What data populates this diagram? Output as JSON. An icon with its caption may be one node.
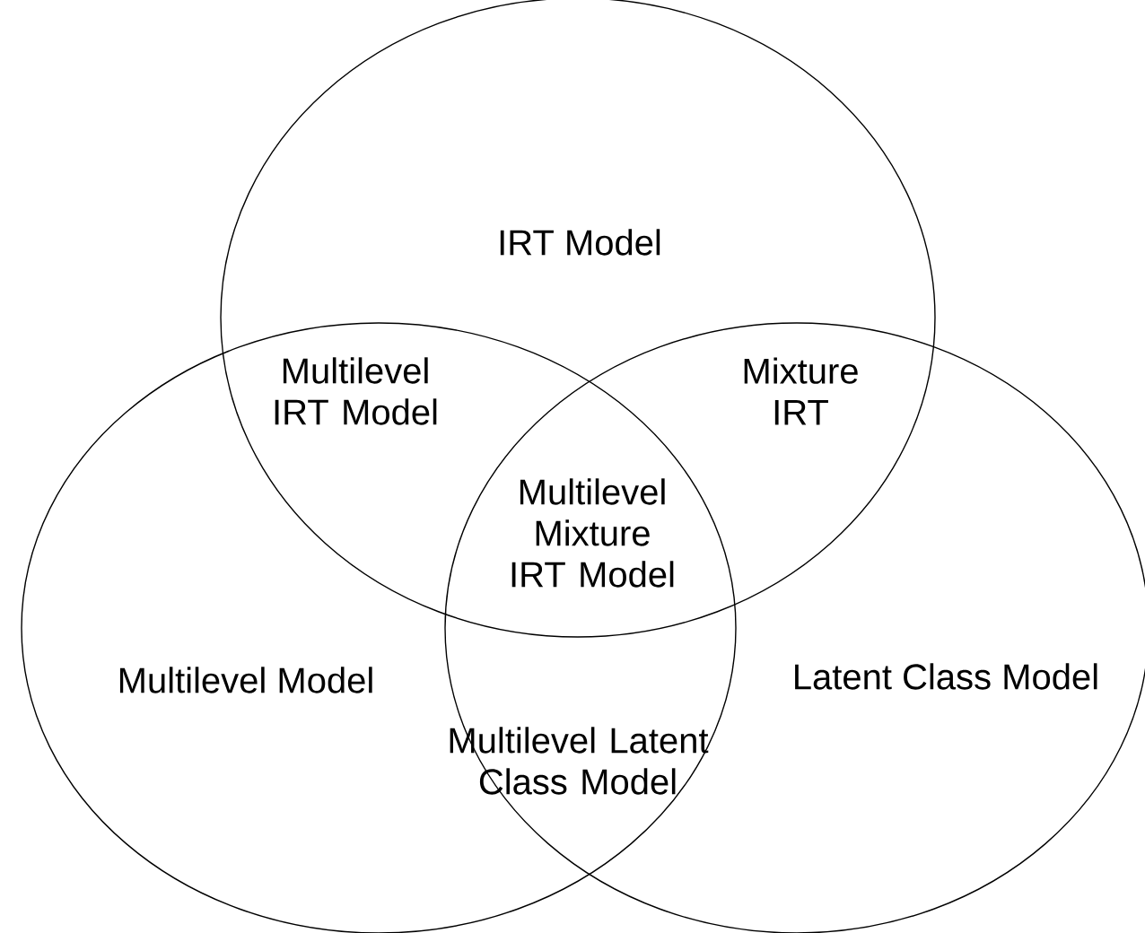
{
  "diagram": {
    "nodes": [
      {
        "text": [
          "IRT Model"
        ]
      },
      {
        "text": [
          "Multilevel Model"
        ]
      },
      {
        "text": [
          "Latent Class Model"
        ]
      }
    ],
    "labels": [
      "Multilevel IRT Model",
      "Mixture IRT",
      "Multilevel Mixture IRT Model",
      "Multilevel Latent Class Model"
    ]
  }
}
